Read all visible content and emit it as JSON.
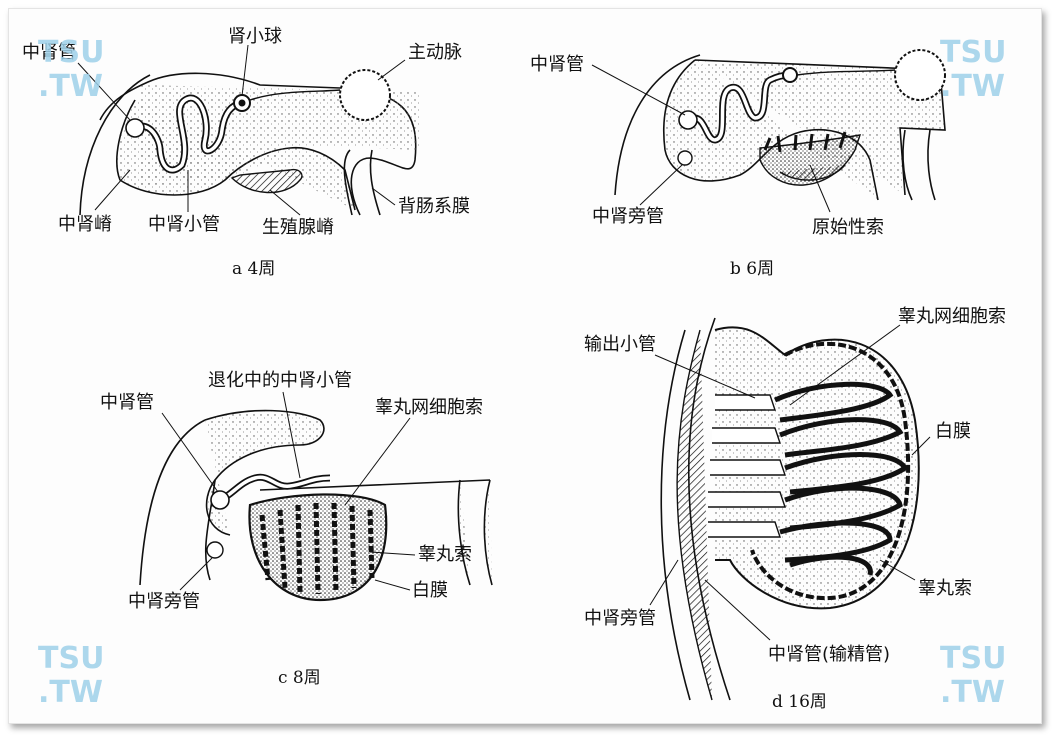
{
  "watermark": {
    "line1": "TSU",
    "line2": ".TW"
  },
  "panels": {
    "a": {
      "caption": "a 4周",
      "labels": {
        "mesonephric_duct": "中肾管",
        "glomerulus": "肾小球",
        "aorta": "主动脉",
        "mesonephric_ridge": "中肾嵴",
        "mesonephric_tubule": "中肾小管",
        "gonadal_ridge": "生殖腺嵴",
        "dorsal_mesentery": "背肠系膜"
      }
    },
    "b": {
      "caption": "b 6周",
      "labels": {
        "mesonephric_duct": "中肾管",
        "paramesonephric_duct": "中肾旁管",
        "primitive_cords": "原始性索"
      }
    },
    "c": {
      "caption": "c 8周",
      "labels": {
        "degenerating_tubule": "退化中的中肾小管",
        "mesonephric_duct": "中肾管",
        "rete_testis_cords": "睾丸网细胞索",
        "testis_cords": "睾丸索",
        "tunica_albuginea": "白膜",
        "paramesonephric_duct": "中肾旁管"
      }
    },
    "d": {
      "caption": "d 16周",
      "labels": {
        "efferent_ductules": "输出小管",
        "rete_testis_cords": "睾丸网细胞索",
        "tunica_albuginea": "白膜",
        "testis_cords": "睾丸索",
        "paramesonephric_duct": "中肾旁管",
        "mesonephric_duct_vas": "中肾管(输精管)"
      }
    }
  }
}
